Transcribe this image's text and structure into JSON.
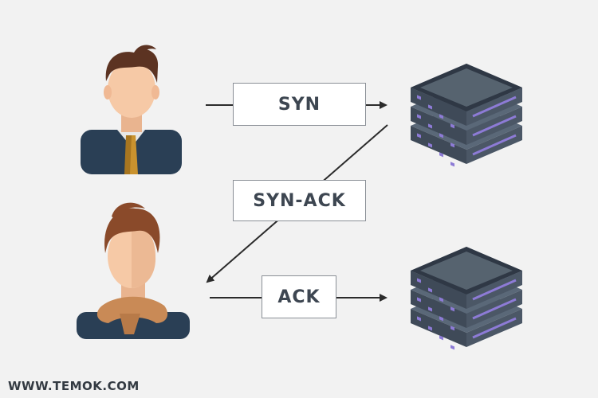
{
  "messages": {
    "syn": "SYN",
    "syn_ack": "SYN-ACK",
    "ack": "ACK"
  },
  "footer": {
    "website": "WWW.TEMOK.COM"
  },
  "colors": {
    "background": "#f2f2f2",
    "arrow": "#2b2b2b",
    "label_text": "#3d4651",
    "server_top": "#4d5b6b",
    "server_side": "#3a4452",
    "server_light": "#8d7bd6",
    "suit": "#2a3f55",
    "skin": "#f6c9a6",
    "tie": "#c9922e",
    "scarf": "#c98a56",
    "hair_client": "#5c3322",
    "hair_second": "#8a4a2a"
  },
  "icons": {
    "client": "client-person-icon",
    "client_second": "client-person-scarf-icon",
    "server": "server-rack-icon"
  }
}
